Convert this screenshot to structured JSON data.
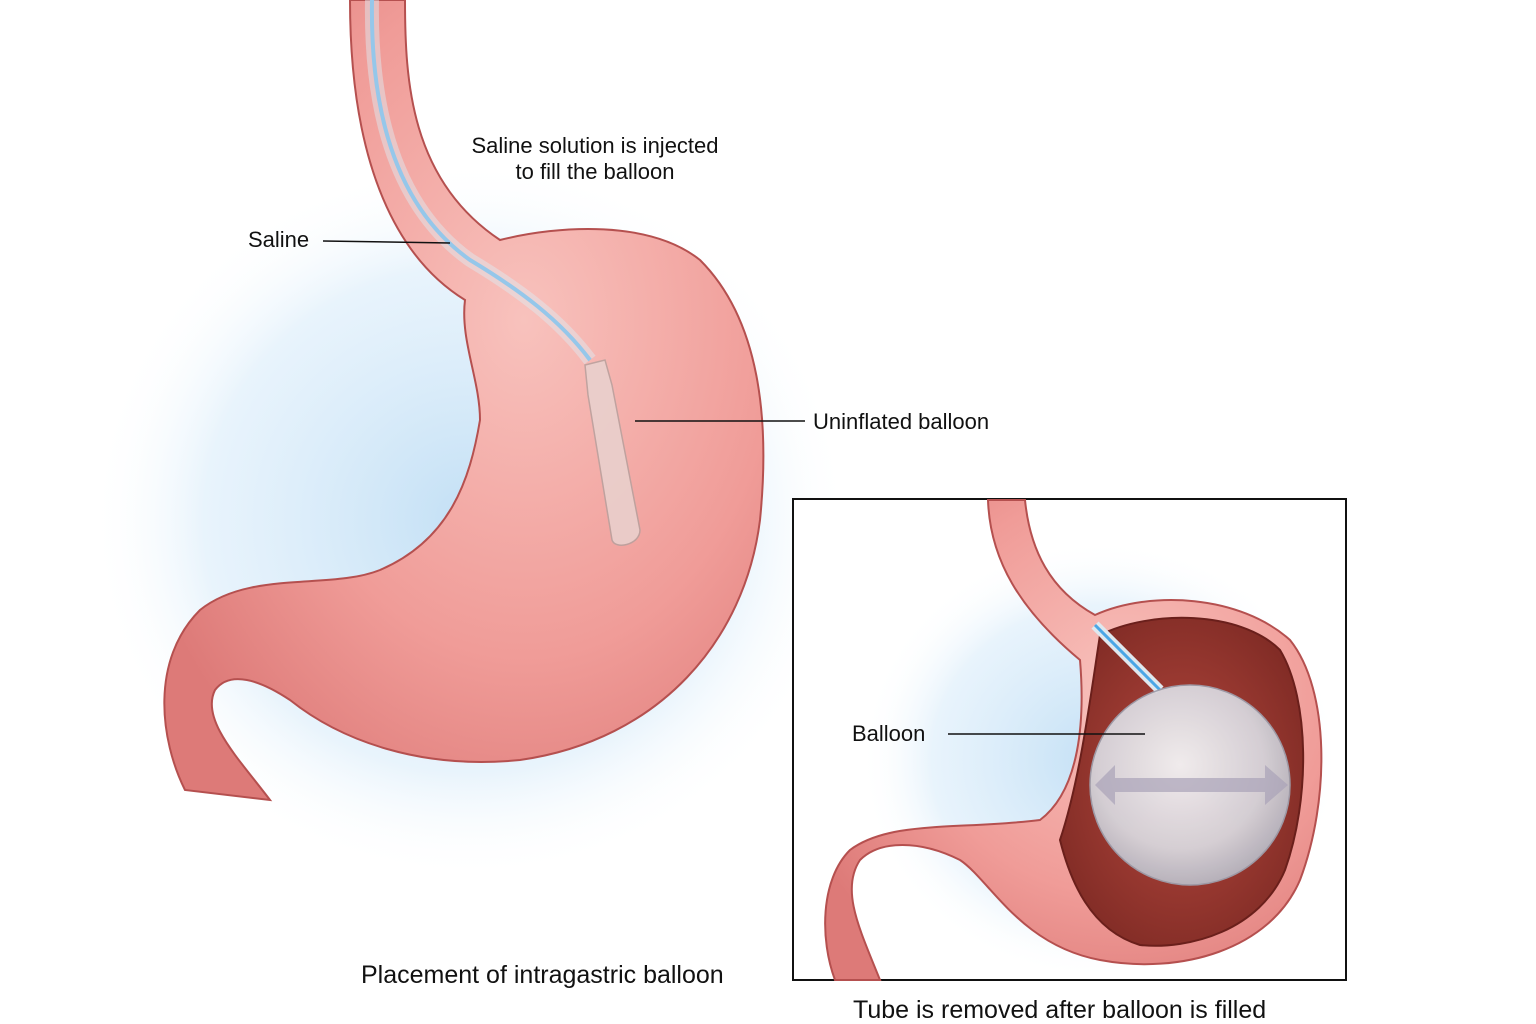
{
  "figure": {
    "main_caption": "Placement of intragastric balloon",
    "inset_caption": "Tube is removed after balloon is filled",
    "annotation_top_line1": "Saline solution is injected",
    "annotation_top_line2": "to fill the balloon",
    "labels": {
      "saline": "Saline",
      "uninflated_balloon": "Uninflated balloon",
      "balloon": "Balloon"
    }
  },
  "colors": {
    "stomach": "#f2a3a0",
    "stomach_outline": "#b5504f",
    "inner_wall": "#9a3a32",
    "saline": "#4aa6e6",
    "glow": "#cfe6f7"
  }
}
